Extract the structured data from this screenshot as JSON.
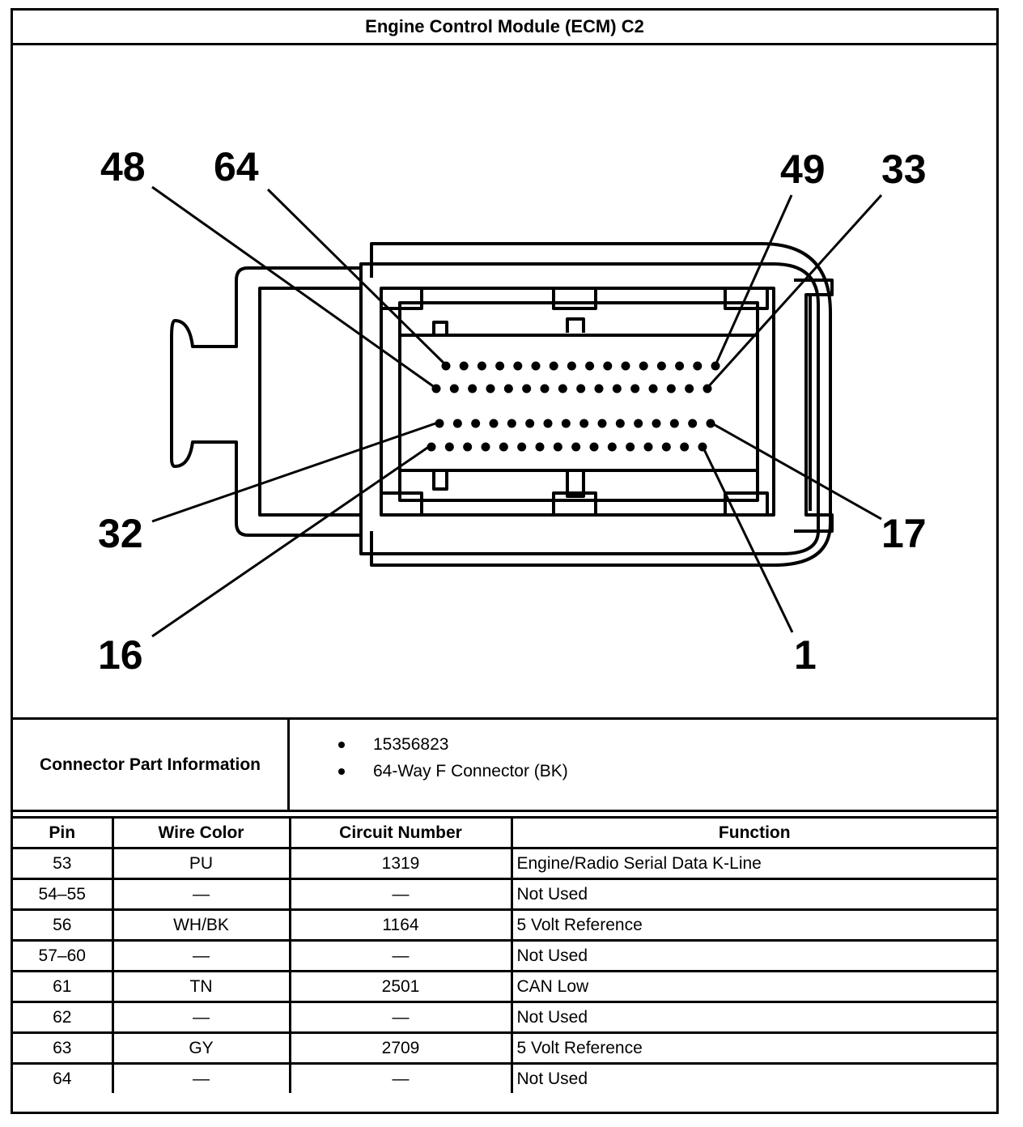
{
  "title": "Engine Control Module (ECM) C2",
  "diagram": {
    "callouts": [
      "48",
      "64",
      "49",
      "33",
      "32",
      "17",
      "16",
      "1"
    ]
  },
  "connector_info": {
    "label": "Connector Part Information",
    "items": [
      "15356823",
      "64-Way F Connector (BK)"
    ]
  },
  "table": {
    "headers": [
      "Pin",
      "Wire Color",
      "Circuit Number",
      "Function"
    ],
    "rows": [
      [
        "53",
        "PU",
        "1319",
        "Engine/Radio Serial Data K-Line"
      ],
      [
        "54–55",
        "—",
        "—",
        "Not Used"
      ],
      [
        "56",
        "WH/BK",
        "1164",
        "5 Volt Reference"
      ],
      [
        "57–60",
        "—",
        "—",
        "Not Used"
      ],
      [
        "61",
        "TN",
        "2501",
        "CAN Low"
      ],
      [
        "62",
        "—",
        "—",
        "Not Used"
      ],
      [
        "63",
        "GY",
        "2709",
        "5 Volt Reference"
      ],
      [
        "64",
        "—",
        "—",
        "Not Used"
      ]
    ]
  }
}
